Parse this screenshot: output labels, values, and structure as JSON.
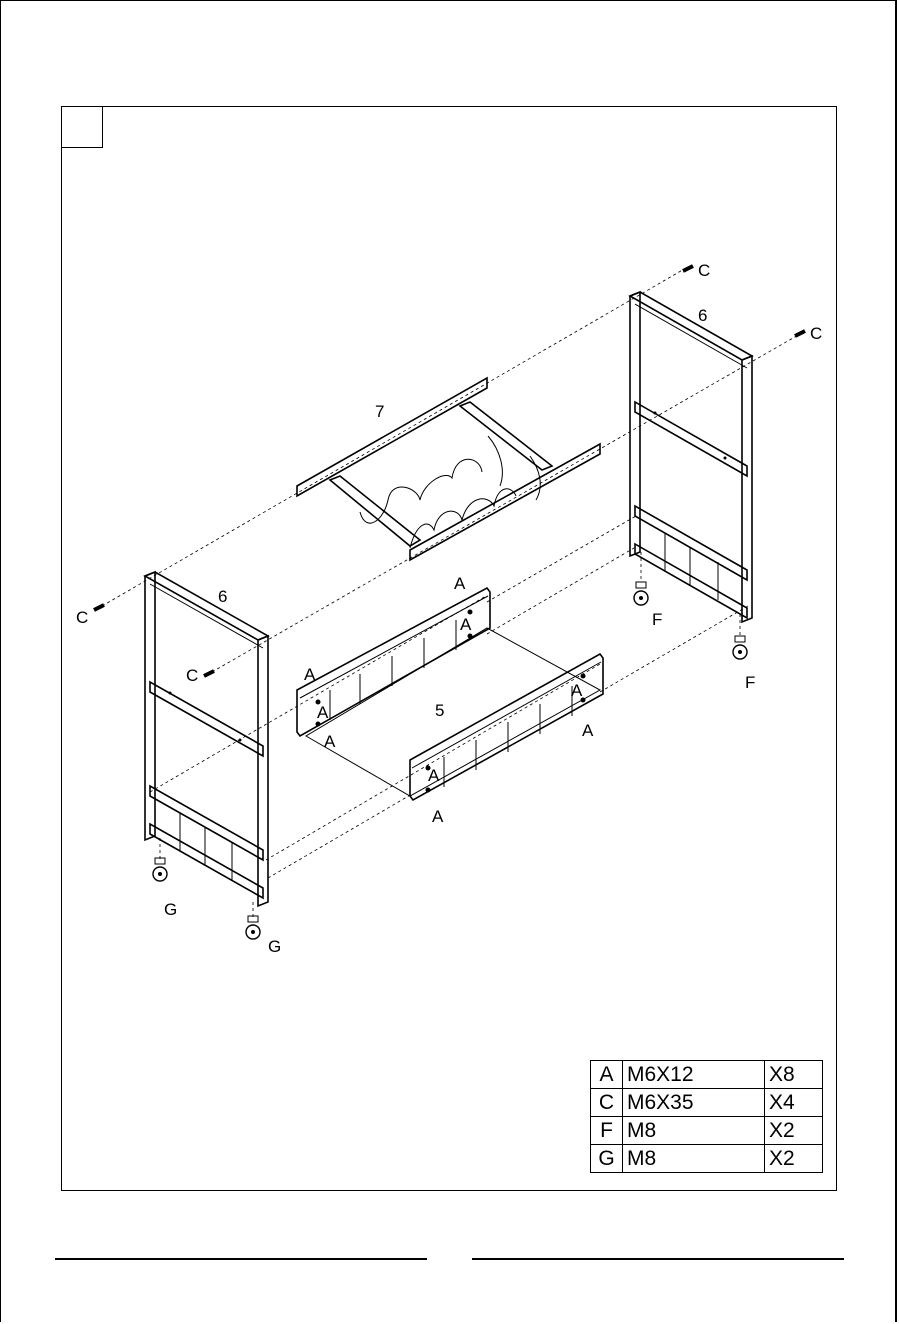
{
  "step_number": "",
  "part_labels": {
    "top_shelf": "7",
    "bottom_shelf": "5",
    "side_frame_left": "6",
    "side_frame_right": "6"
  },
  "hardware_labels": {
    "bolt": "C",
    "screw": "A",
    "caster_locking": "F",
    "caster": "G"
  },
  "parts_list": [
    {
      "code": "A",
      "spec": "M6X12",
      "qty": "X8"
    },
    {
      "code": "C",
      "spec": "M6X35",
      "qty": "X4"
    },
    {
      "code": "F",
      "spec": "M8",
      "qty": "X2"
    },
    {
      "code": "G",
      "spec": "M8",
      "qty": "X2"
    }
  ],
  "colors": {
    "ink": "#000000",
    "paper": "#ffffff"
  }
}
